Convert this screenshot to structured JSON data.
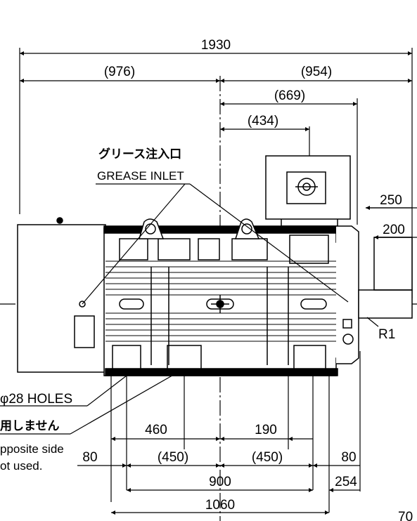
{
  "dimensions": {
    "overall_length": "1930",
    "left_ref": "(976)",
    "right_ref": "(954)",
    "ref_669": "(669)",
    "ref_434": "(434)",
    "shaft_250": "250",
    "shaft_200": "200",
    "radius": "R1",
    "d_460": "460",
    "d_190": "190",
    "d_80_left": "80",
    "d_80_right": "80",
    "d_450_left": "(450)",
    "d_450_right": "(450)",
    "d_900": "900",
    "d_254": "254",
    "d_1060": "1060",
    "corner": "70"
  },
  "notes": {
    "grease_jp": "グリース注入口",
    "grease_en": "GREASE INLET",
    "holes": "φ28 HOLES",
    "jp_unused": "用しません",
    "opposite_side": "pposite side",
    "not_used": "ot used."
  },
  "colors": {
    "line": "#000000",
    "background": "#ffffff"
  }
}
